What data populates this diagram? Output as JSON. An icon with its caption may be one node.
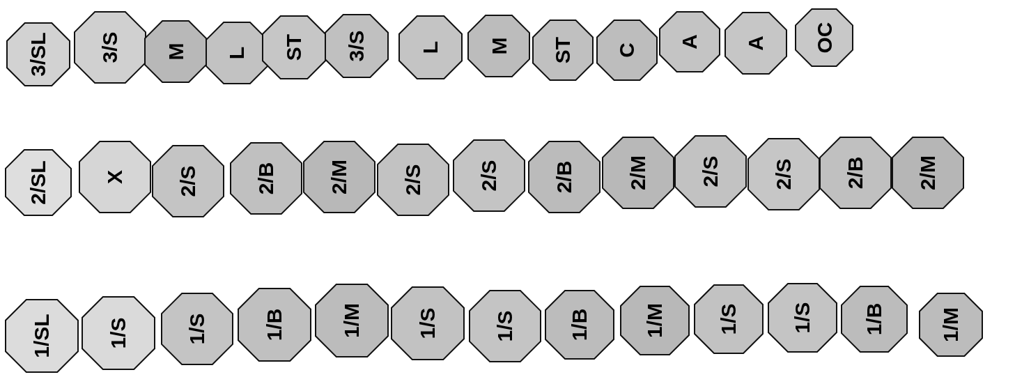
{
  "diagram": {
    "nodes": [
      {
        "text": [
          "3/SL"
        ]
      },
      {
        "text": [
          "3/S"
        ]
      },
      {
        "text": [
          "M"
        ]
      },
      {
        "text": [
          "L"
        ]
      },
      {
        "text": [
          "ST"
        ]
      },
      {
        "text": [
          "3/S"
        ]
      },
      {
        "text": [
          "L"
        ]
      },
      {
        "text": [
          "M"
        ]
      },
      {
        "text": [
          "ST"
        ]
      },
      {
        "text": [
          "C"
        ]
      },
      {
        "text": [
          "A"
        ]
      },
      {
        "text": [
          "A"
        ]
      },
      {
        "text": [
          "OC"
        ]
      },
      {
        "text": [
          "2/SL"
        ]
      },
      {
        "text": [
          "X"
        ]
      },
      {
        "text": [
          "2/S"
        ]
      },
      {
        "text": [
          "2/B"
        ]
      },
      {
        "text": [
          "2/M"
        ]
      },
      {
        "text": [
          "2/S"
        ]
      },
      {
        "text": [
          "2/S"
        ]
      },
      {
        "text": [
          "2/B"
        ]
      },
      {
        "text": [
          "2/M"
        ]
      },
      {
        "text": [
          "2/S"
        ]
      },
      {
        "text": [
          "2/S"
        ]
      },
      {
        "text": [
          "2/B"
        ]
      },
      {
        "text": [
          "2/M"
        ]
      },
      {
        "text": [
          "1/SL"
        ]
      },
      {
        "text": [
          "1/S"
        ]
      },
      {
        "text": [
          "1/S"
        ]
      },
      {
        "text": [
          "1/B"
        ]
      },
      {
        "text": [
          "1/M"
        ]
      },
      {
        "text": [
          "1/S"
        ]
      },
      {
        "text": [
          "1/S"
        ]
      },
      {
        "text": [
          "1/B"
        ]
      },
      {
        "text": [
          "1/M"
        ]
      },
      {
        "text": [
          "1/S"
        ]
      },
      {
        "text": [
          "1/S"
        ]
      },
      {
        "text": [
          "1/B"
        ]
      },
      {
        "text": [
          "1/M"
        ]
      }
    ]
  }
}
